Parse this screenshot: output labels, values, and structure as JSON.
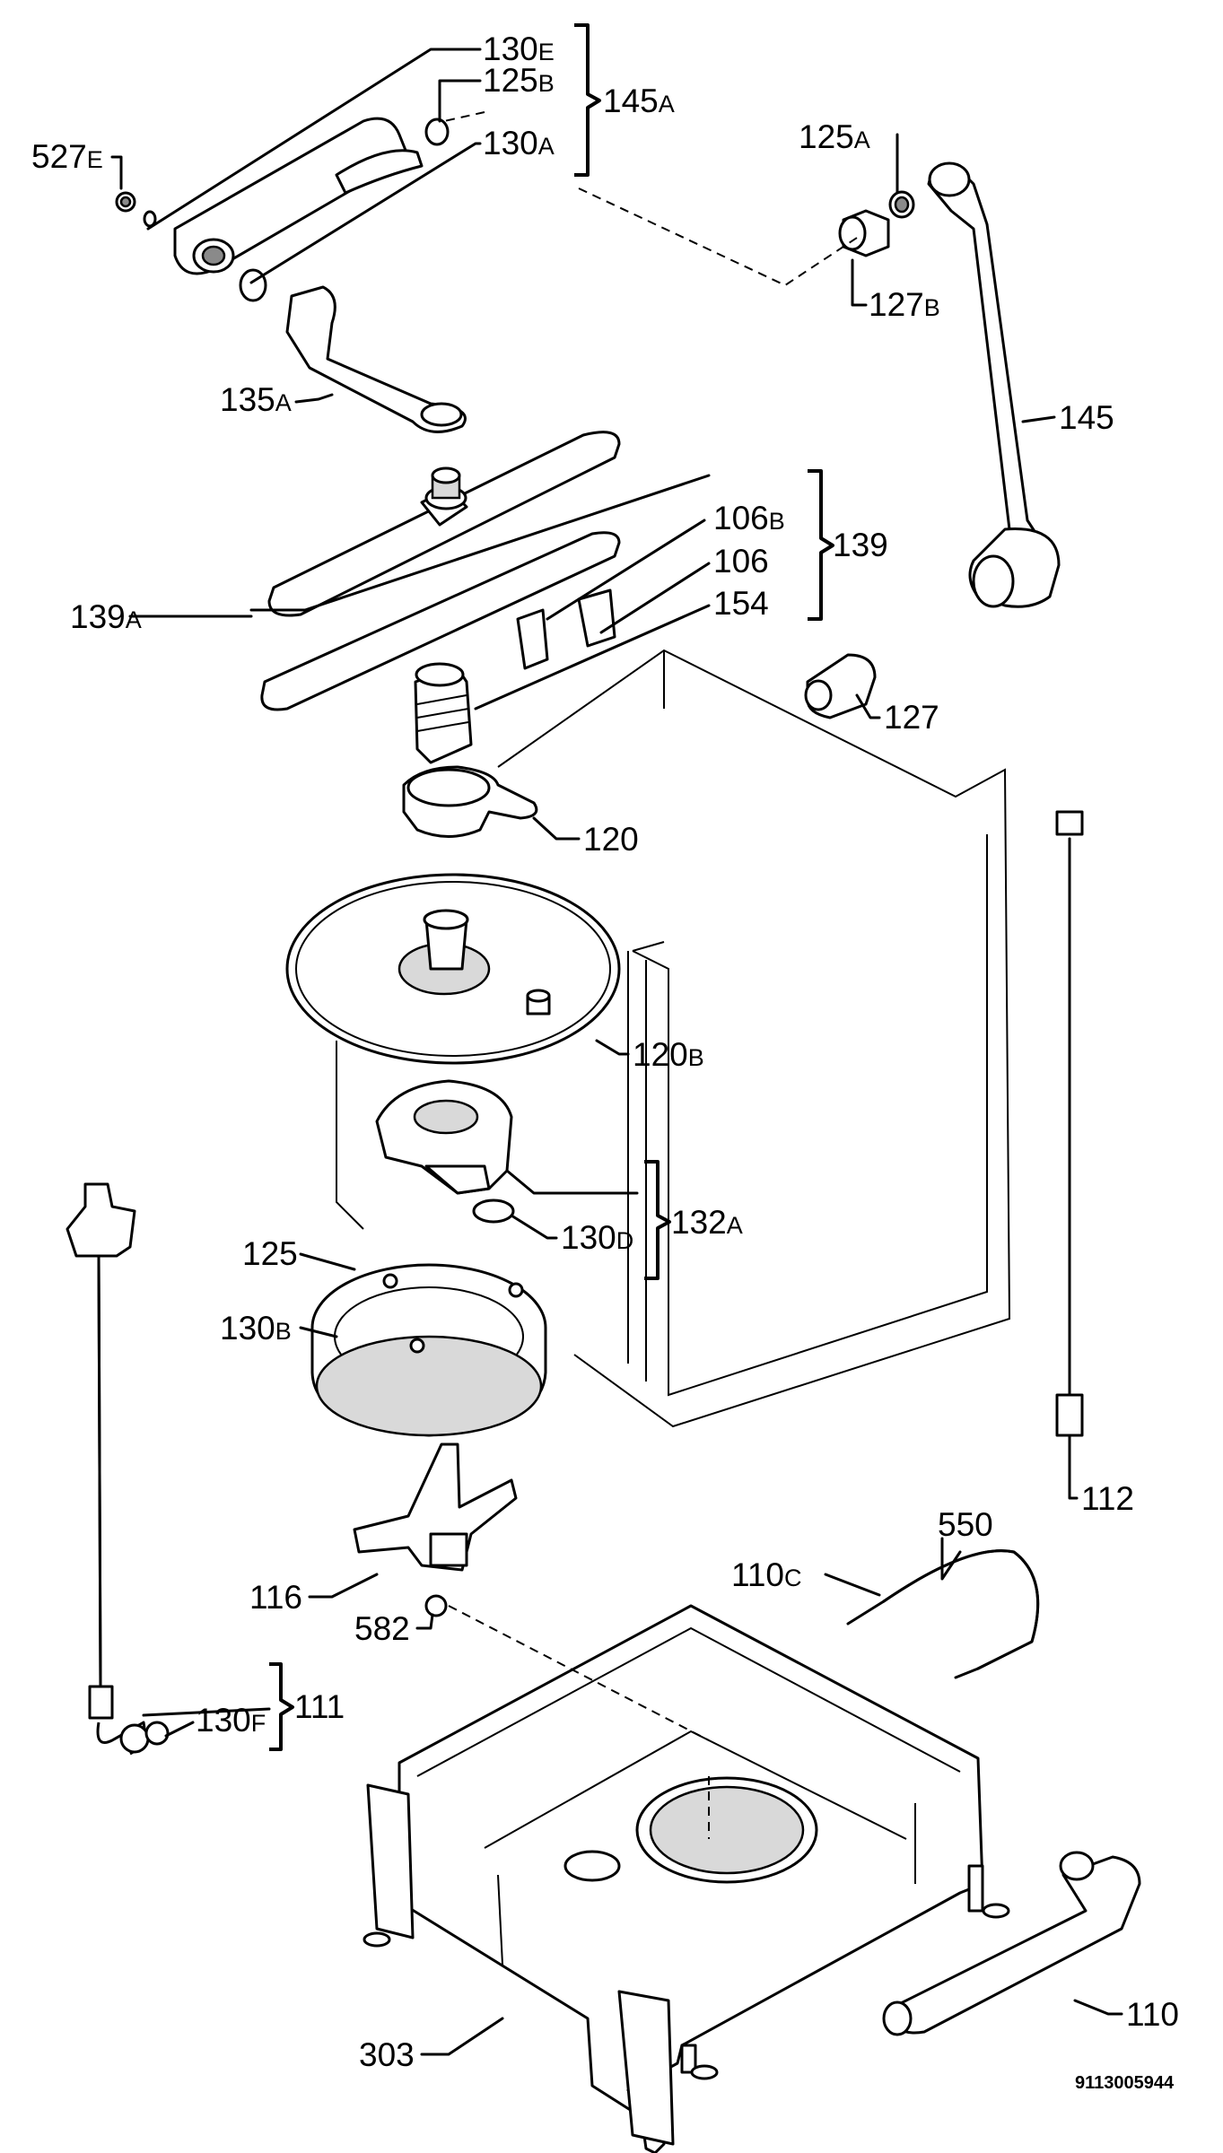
{
  "labels": {
    "l130E": {
      "num": "130",
      "suf": "E"
    },
    "l125B": {
      "num": "125",
      "suf": "B"
    },
    "l145A": {
      "num": "145",
      "suf": "A"
    },
    "l130A": {
      "num": "130",
      "suf": "A"
    },
    "l527E": {
      "num": "527",
      "suf": "E"
    },
    "l125A": {
      "num": "125",
      "suf": "A"
    },
    "l127B": {
      "num": "127",
      "suf": "B"
    },
    "l135A": {
      "num": "135",
      "suf": "A"
    },
    "l145": {
      "num": "145",
      "suf": ""
    },
    "l106B": {
      "num": "106",
      "suf": "B"
    },
    "l106": {
      "num": "106",
      "suf": ""
    },
    "l139": {
      "num": "139",
      "suf": ""
    },
    "l154": {
      "num": "154",
      "suf": ""
    },
    "l139A": {
      "num": "139",
      "suf": "A"
    },
    "l127": {
      "num": "127",
      "suf": ""
    },
    "l120": {
      "num": "120",
      "suf": ""
    },
    "l120B": {
      "num": "120",
      "suf": "B"
    },
    "l132A": {
      "num": "132",
      "suf": "A"
    },
    "l130D": {
      "num": "130",
      "suf": "D"
    },
    "l125": {
      "num": "125",
      "suf": ""
    },
    "l130B": {
      "num": "130",
      "suf": "B"
    },
    "l112": {
      "num": "112",
      "suf": ""
    },
    "l550": {
      "num": "550",
      "suf": ""
    },
    "l110C": {
      "num": "110",
      "suf": "C"
    },
    "l116": {
      "num": "116",
      "suf": ""
    },
    "l582": {
      "num": "582",
      "suf": ""
    },
    "l111": {
      "num": "111",
      "suf": ""
    },
    "l130F": {
      "num": "130",
      "suf": "F"
    },
    "l110": {
      "num": "110",
      "suf": ""
    },
    "l303": {
      "num": "303",
      "suf": ""
    }
  },
  "drawing_code": "9113005944"
}
